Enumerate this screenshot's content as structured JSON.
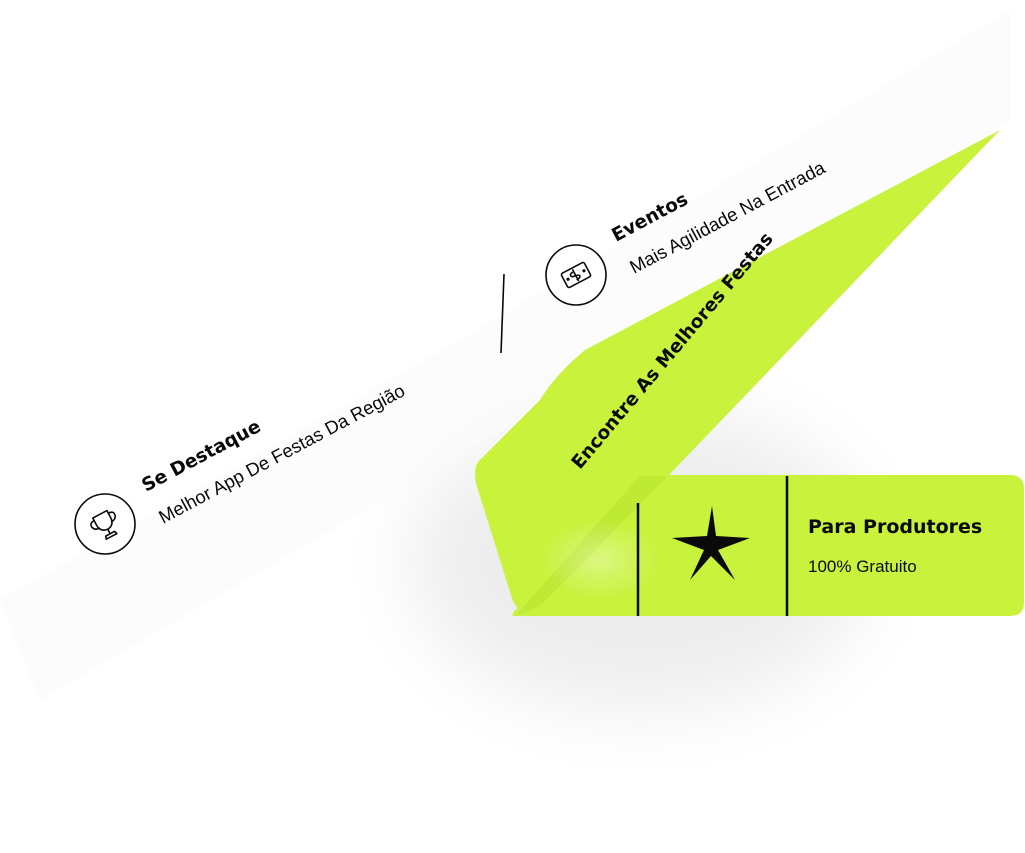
{
  "features": [
    {
      "title": "Se Destaque",
      "subtitle": "Melhor App De Festas Da Região",
      "icon": "trophy-icon"
    },
    {
      "title": "Eventos",
      "subtitle": "Mais Agilidade Na Entrada",
      "icon": "ticket-icon"
    }
  ],
  "banner": {
    "tagline": "Encontre As Melhores Festas",
    "cta_title": "Para Produtores",
    "cta_subtitle": "100% Gratuito",
    "icon": "sparkle-star-icon"
  },
  "colors": {
    "accent": "#c8f23c",
    "accent_shade": "#b7e12f",
    "text": "#0a0a0a",
    "background": "#ffffff"
  }
}
